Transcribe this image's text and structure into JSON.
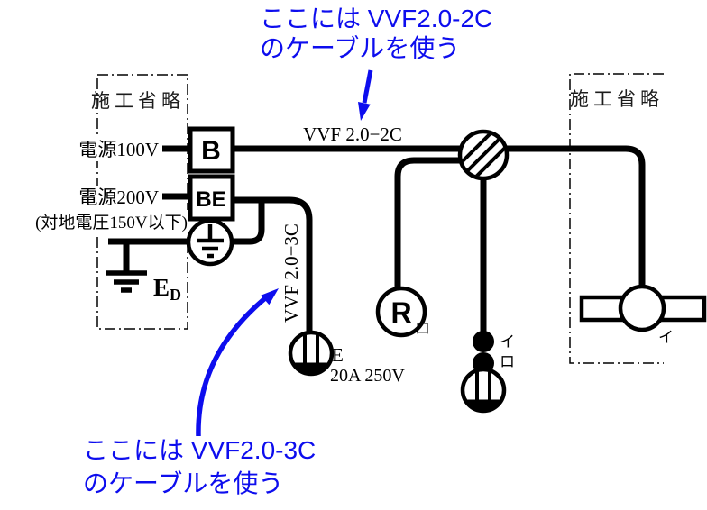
{
  "colors": {
    "annotation_blue": "#0d0dee",
    "diagram_black": "#000000"
  },
  "annotations": {
    "top_line1": "ここには VVF2.0-2C",
    "top_line2": "のケーブルを使う",
    "bottom_line1": "ここには VVF2.0-3C",
    "bottom_line2": "のケーブルを使う"
  },
  "cables": {
    "horizontal_label": "VVF 2.0−2C",
    "vertical_label": "VVF 2.0−3C"
  },
  "left_panel": {
    "omission_label": "施工省略",
    "source_100v": "電源100V",
    "source_200v": "電源200V",
    "ground_voltage_note": "(対地電圧150V以下)",
    "breaker_b": "B",
    "breaker_be": "BE",
    "earth_symbol_label": "E",
    "earth_symbol_sub": "D"
  },
  "right_panel": {
    "omission_label": "施工省略",
    "light_circuit_label": "イ"
  },
  "devices": {
    "lamp_receptacle_letter": "R",
    "lamp_circuit_label": "ロ",
    "outlet_250v_earth_label": "E",
    "outlet_250v_rating": "20A 250V",
    "switch_top_label": "イ",
    "switch_bottom_label": "ロ"
  }
}
